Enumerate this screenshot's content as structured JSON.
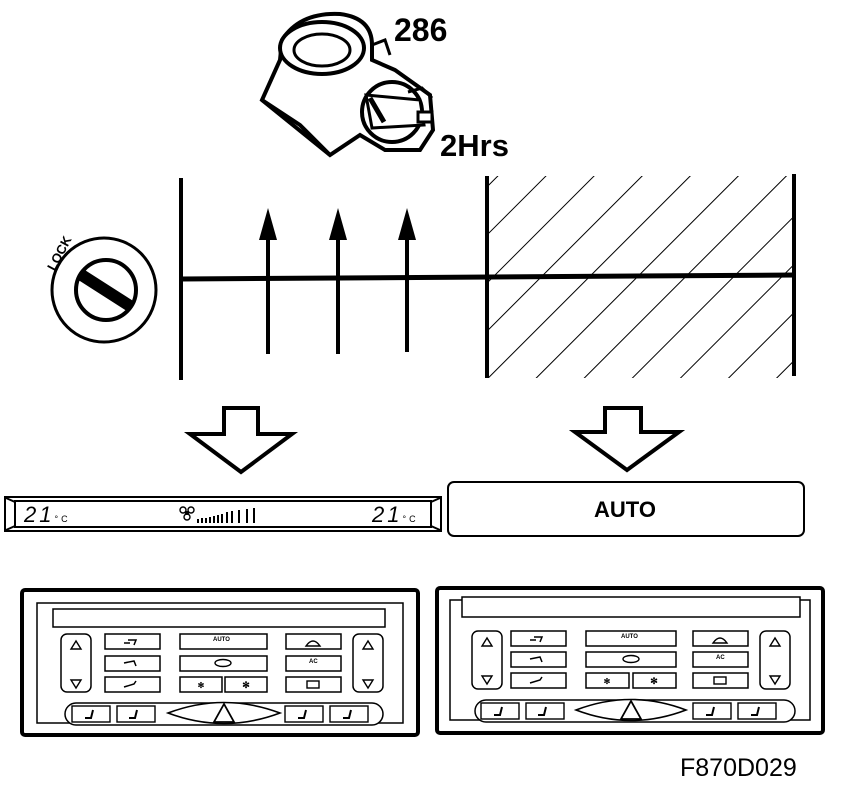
{
  "labels": {
    "part_number": "286",
    "duration": "2Hrs",
    "lock": "LOCK",
    "auto": "AUTO",
    "figure_id": "F870D029"
  },
  "display": {
    "temp_left": "21",
    "temp_right": "21",
    "unit": "°C"
  },
  "panel_buttons": {
    "auto": "AUTO",
    "ac": "AC"
  },
  "colors": {
    "ink": "#000000",
    "paper": "#ffffff"
  }
}
